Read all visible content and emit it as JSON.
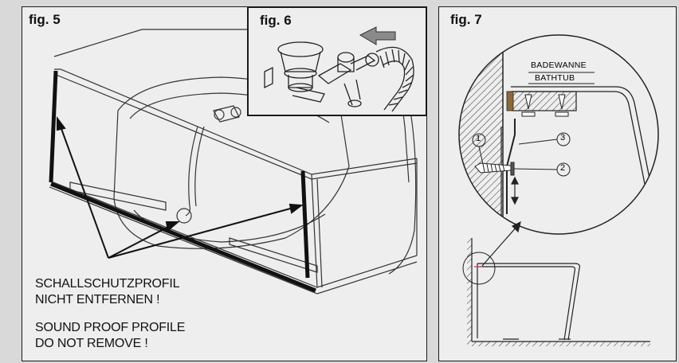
{
  "fig5": {
    "label": "fig. 5",
    "caption_de_1": "SCHALLSCHUTZPROFIL",
    "caption_de_2": "NICHT ENTFERNEN !",
    "caption_en_1": "SOUND PROOF PROFILE",
    "caption_en_2": "DO NOT REMOVE !"
  },
  "fig6": {
    "label": "fig. 6"
  },
  "fig7": {
    "label": "fig. 7",
    "text_de": "BADEWANNE",
    "text_en": "BATHTUB",
    "callouts": [
      "1",
      "2",
      "3"
    ]
  }
}
